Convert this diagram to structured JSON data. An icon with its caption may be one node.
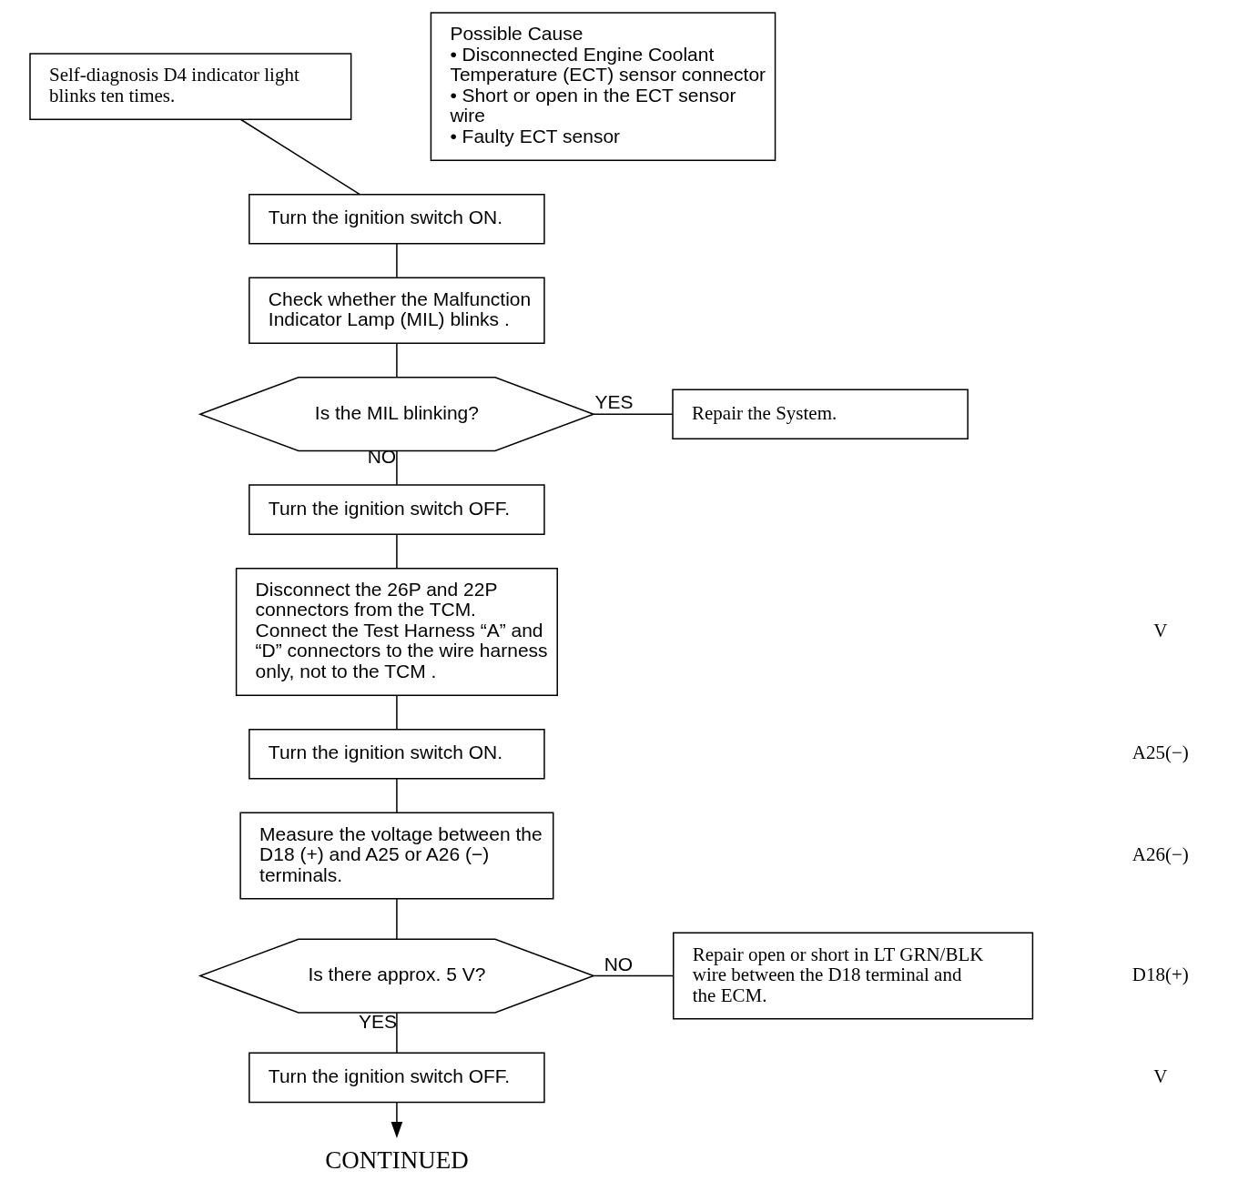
{
  "diagram": {
    "nodes": [
      {
        "text": [
          "Self-diagnosis D4 indicator light blinks ten times."
        ]
      },
      {
        "text": [
          "Turn the ignition switch ON."
        ]
      },
      {
        "text": [
          "Check whether the Malfunction Indicator Lamp (MIL) blinks ."
        ]
      },
      {
        "text": [
          "Is the MIL blinking?"
        ]
      },
      {
        "text": [
          "Repair the System."
        ]
      },
      {
        "text": [
          "Turn the ignition switch OFF."
        ]
      },
      {
        "text": [
          "Disconnect the 26P and 22P connectors from the TCM.",
          "Connect the Test Harness “A” and “D” connectors to the wire harness only, not to the TCM ."
        ]
      },
      {
        "text": [
          "Turn the ignition switch ON."
        ]
      },
      {
        "text": [
          "Measure the voltage between the D18 (+) and A25 or A26 (−) terminals."
        ]
      },
      {
        "text": [
          "Is there approx. 5 V?"
        ]
      },
      {
        "text": [
          "Repair open or short in LT GRN/BLK wire between the D18 terminal and the ECM."
        ]
      },
      {
        "text": [
          "Turn the ignition switch OFF."
        ]
      },
      {
        "text": [
          "CONTINUED"
        ]
      },
      {
        "text": [
          "Possible Cause",
          "• Disconnected Engine Coolant Temperature (ECT) sensor connector",
          "• Short or open in the ECT sensor wire",
          "• Faulty ECT sensor"
        ]
      }
    ],
    "edges": [
      {
        "from": 0,
        "to": 1,
        "arrow": "none"
      },
      {
        "from": 1,
        "to": 2,
        "arrow": "none"
      },
      {
        "from": 2,
        "to": 3,
        "arrow": "none"
      },
      {
        "from": 3,
        "to": 4,
        "arrow": "none",
        "label": "YES"
      },
      {
        "from": 3,
        "to": 5,
        "arrow": "none",
        "label": "NO"
      },
      {
        "from": 5,
        "to": 6,
        "arrow": "none"
      },
      {
        "from": 6,
        "to": 7,
        "arrow": "none"
      },
      {
        "from": 7,
        "to": 8,
        "arrow": "none"
      },
      {
        "from": 8,
        "to": 9,
        "arrow": "none"
      },
      {
        "from": 9,
        "to": 10,
        "arrow": "none",
        "label": "NO"
      },
      {
        "from": 9,
        "to": 11,
        "arrow": "none",
        "label": "YES"
      },
      {
        "from": 11,
        "to": 12,
        "arrow": "to"
      }
    ],
    "labels": [
      "V",
      "A25(−)",
      "A26(−)",
      "D18(+)",
      "V"
    ]
  }
}
